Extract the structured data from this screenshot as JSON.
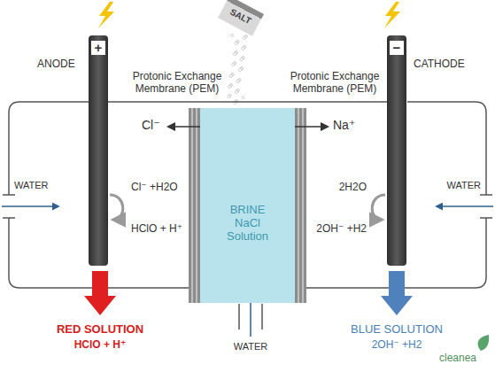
{
  "diagram": {
    "nodes": [
      {
        "text": [
          "ANODE",
          "+"
        ]
      },
      {
        "text": [
          "SALT"
        ]
      },
      {
        "text": [
          "BRINE NaCl Solution"
        ]
      },
      {
        "text": [
          "CATHODE",
          "−"
        ]
      }
    ],
    "edges": [
      {
        "from": 0,
        "to": 3,
        "arrow": "none"
      }
    ],
    "labels": [
      "Protonic Exchange Membrane (PEM)",
      "Protonic Exchange Membrane (PEM)",
      "Cl⁻",
      "Na⁺",
      "WATER",
      "WATER",
      "Cl⁻ +H2O",
      "HClO + H⁺",
      "2H2O",
      "2OH⁻ +H2",
      "WATER",
      "RED SOLUTION",
      "HClO + H⁺",
      "BLUE SOLUTION",
      "2OH⁻ +H2",
      "cleanea"
    ]
  }
}
